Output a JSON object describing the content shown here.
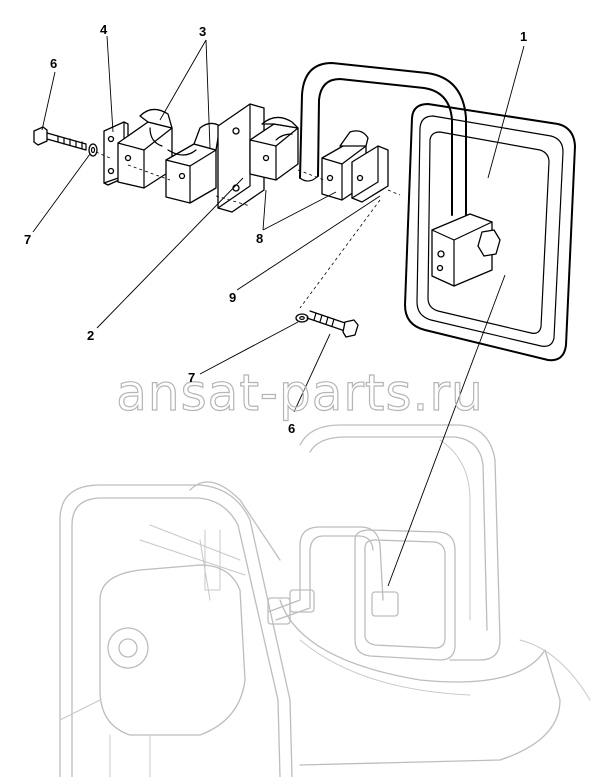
{
  "diagram": {
    "watermark": "ansat-parts.ru",
    "callouts": {
      "c1": "1",
      "c2": "2",
      "c3": "3",
      "c4": "4",
      "c6a": "6",
      "c6b": "6",
      "c7a": "7",
      "c7b": "7",
      "c8": "8",
      "c9": "9"
    }
  }
}
